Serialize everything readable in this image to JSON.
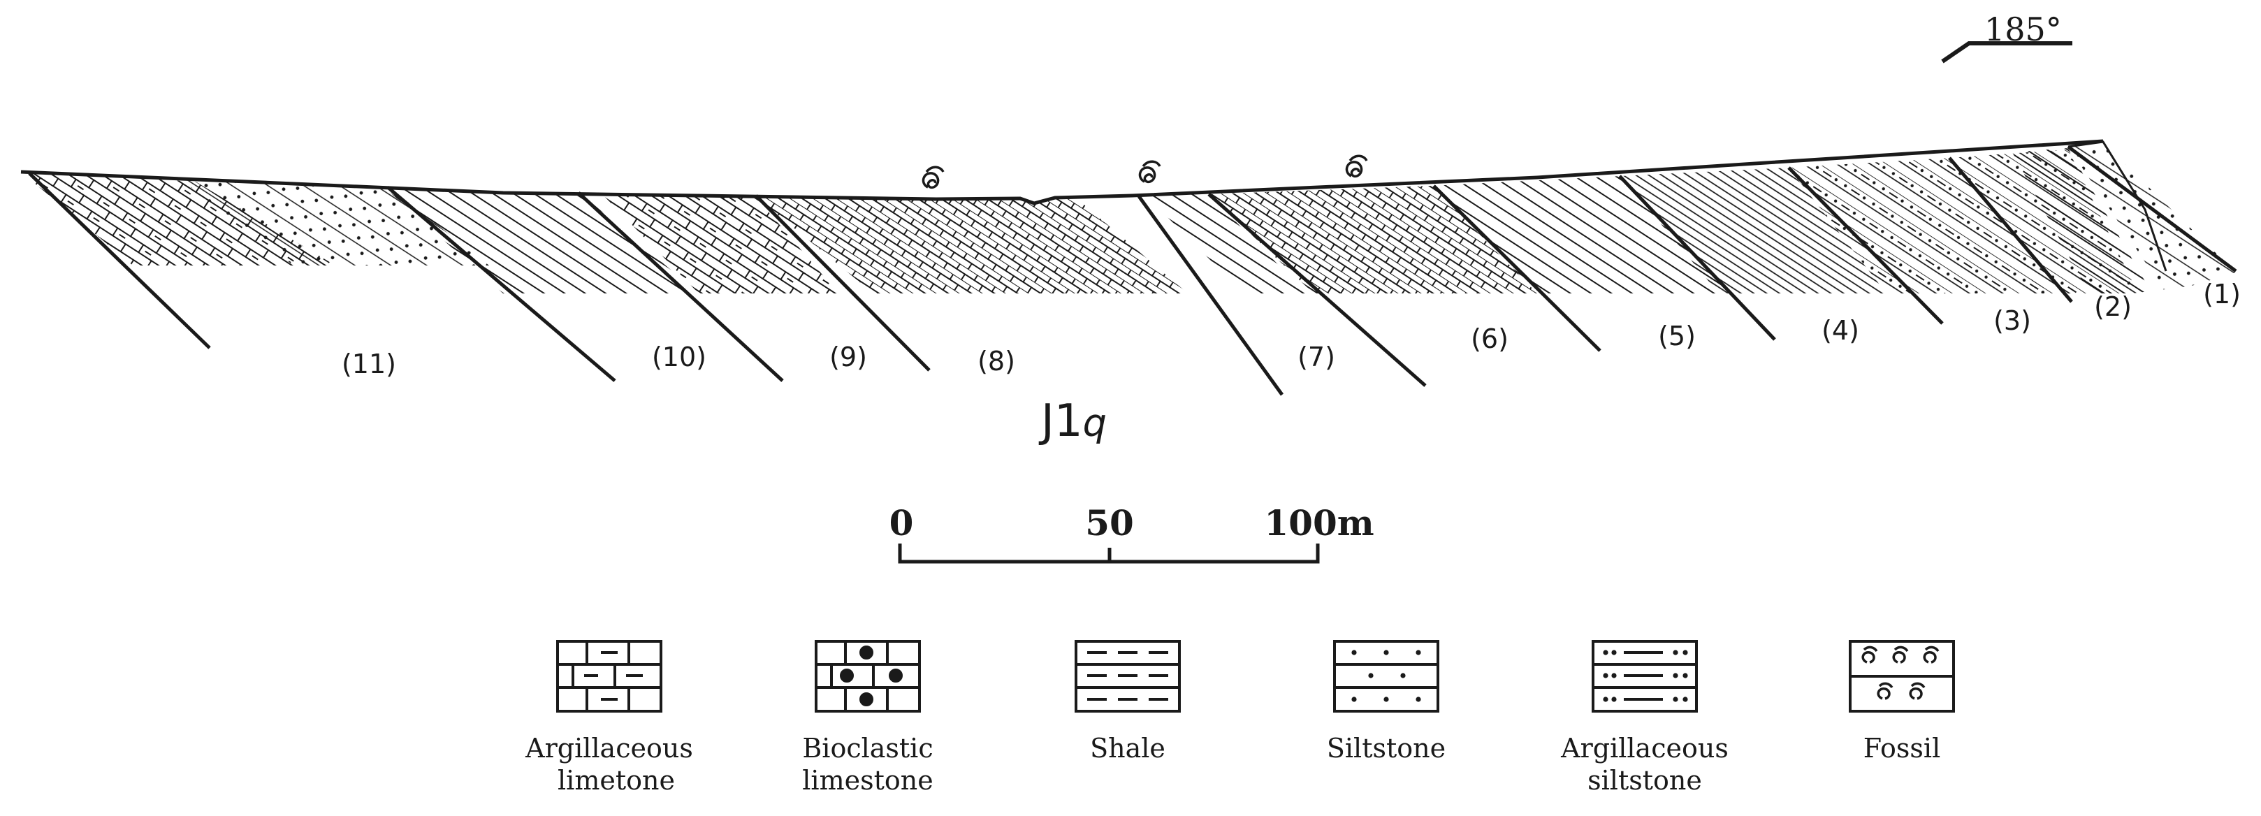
{
  "orientation": {
    "label": "185°"
  },
  "beds": [
    "(1)",
    "(2)",
    "(3)",
    "(4)",
    "(5)",
    "(6)",
    "(7)",
    "(8)",
    "(9)",
    "(10)",
    "(11)"
  ],
  "formation": {
    "main": "J1",
    "sub": "q"
  },
  "scale_bar": {
    "ticks": [
      "0",
      "50",
      "100m"
    ]
  },
  "legend": [
    {
      "line1": "Argillaceous",
      "line2": "limetone"
    },
    {
      "line1": "Bioclastic",
      "line2": "limestone"
    },
    {
      "line1": "Shale",
      "line2": ""
    },
    {
      "line1": "Siltstone",
      "line2": ""
    },
    {
      "line1": "Argillaceous",
      "line2": "siltstone"
    },
    {
      "line1": "Fossil",
      "line2": ""
    }
  ],
  "colors": {
    "ink": "#1a1a1a",
    "background": "#ffffff"
  }
}
